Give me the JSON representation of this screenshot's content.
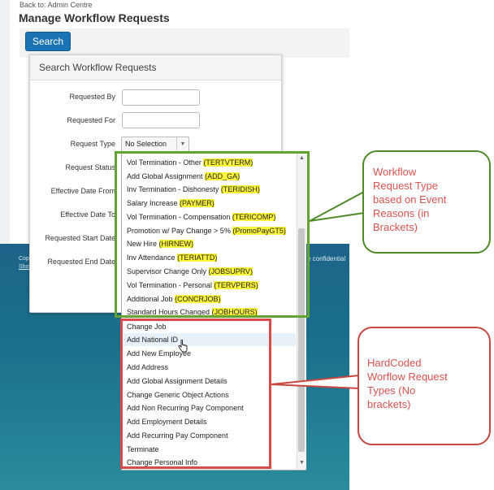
{
  "header": {
    "back_link": "Back to: Admin Centre",
    "title": "Manage Workflow Requests",
    "search_button": "Search"
  },
  "footer": {
    "left_line1": "Copy",
    "left_line2": "Show",
    "right_text": "e confidential"
  },
  "panel": {
    "title": "Search Workflow Requests",
    "fields": [
      {
        "label": "Requested By"
      },
      {
        "label": "Requested For"
      },
      {
        "label": "Request Type",
        "value": "No Selection"
      },
      {
        "label": "Request Status"
      },
      {
        "label": "Effective Date From"
      },
      {
        "label": "Effective Date To"
      },
      {
        "label": "Requested Start Date"
      },
      {
        "label": "Requested End Date"
      }
    ]
  },
  "dropdown": {
    "event_reason_items": [
      {
        "name": "Vol Termination - Other",
        "code": "TERTVTERM"
      },
      {
        "name": "Add Global Assignment",
        "code": "ADD_GA"
      },
      {
        "name": "Inv Termination - Dishonesty",
        "code": "TERIDISH"
      },
      {
        "name": "Salary Increase",
        "code": "PAYMER"
      },
      {
        "name": "Vol Termination - Compensation",
        "code": "TERICOMP"
      },
      {
        "name": "Promotion w/ Pay Change > 5%",
        "code": "PromoPayGT5"
      },
      {
        "name": "New Hire",
        "code": "HIRNEW"
      },
      {
        "name": "Inv Attendance",
        "code": "TERIATTD"
      },
      {
        "name": "Supervisor Change Only",
        "code": "JOBSUPRV"
      },
      {
        "name": "Vol Termination - Personal",
        "code": "TERVPERS"
      },
      {
        "name": "Additional Job",
        "code": "CONCRJOB"
      },
      {
        "name": "Standard Hours Changed",
        "code": "JOBHOURS"
      }
    ],
    "hardcoded_items": [
      "Change Job",
      "Add National ID",
      "Add New Employee",
      "Add Address",
      "Add Global Assignment Details",
      "Change Generic Object Actions",
      "Add Non Recurring Pay Component",
      "Add Employment Details",
      "Add Recurring Pay Component",
      "Terminate",
      "Change Personal Info"
    ]
  },
  "callouts": {
    "green": [
      "Workflow",
      "Request Type",
      "based on Event",
      "Reasons (in",
      "Brackets)"
    ],
    "red": [
      "HardCoded",
      "Worflow Request",
      "Types (No",
      "brackets)"
    ]
  },
  "colors": {
    "brand_blue": "#1a73b5",
    "footer_blue": "#1f5f82",
    "highlight": "#fbf53a",
    "green_annotation": "#63a32f",
    "red_annotation": "#d94a4a",
    "callout_text": "#d9534f"
  }
}
